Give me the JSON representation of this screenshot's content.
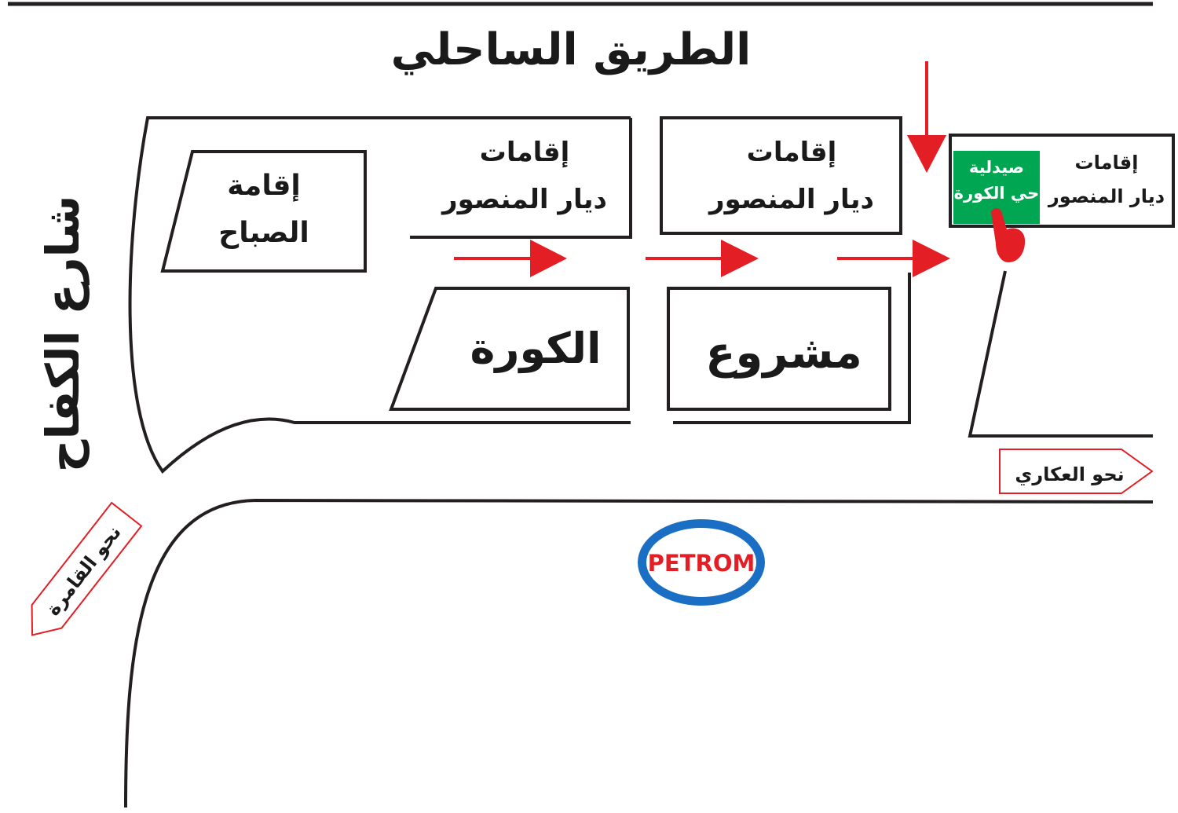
{
  "title": "الطريق الساحلي",
  "street_left": "شارع الكفاح",
  "blocks": {
    "sabah": {
      "line1": "إقامة",
      "line2": "الصباح"
    },
    "mansour_1": {
      "line1": "إقامات",
      "line2": "ديار المنصور"
    },
    "mansour_2": {
      "line1": "إقامات",
      "line2": "ديار المنصور"
    },
    "mansour_3": {
      "line1": "إقامات",
      "line2": "ديار المنصور"
    },
    "kora": "الكورة",
    "project": "مشروع"
  },
  "pharmacy": {
    "line1": "صيدلية",
    "line2": "حي الكورة",
    "color": "#00a651"
  },
  "signs": {
    "right": "نحو العكاري",
    "left": "نحو القامرة"
  },
  "logo": {
    "text": "PETROM",
    "ring_color": "#1a6fc4",
    "text_color": "#e31e24"
  },
  "colors": {
    "arrow": "#e31e24",
    "line": "#231f20"
  }
}
